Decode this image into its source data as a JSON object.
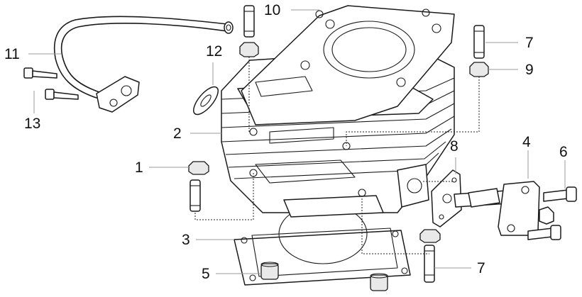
{
  "callouts": [
    {
      "id": "c11",
      "text": "11"
    },
    {
      "id": "c13",
      "text": "13"
    },
    {
      "id": "c10",
      "text": "10"
    },
    {
      "id": "c12",
      "text": "12"
    },
    {
      "id": "c7a",
      "text": "7"
    },
    {
      "id": "c9",
      "text": "9"
    },
    {
      "id": "c2",
      "text": "2"
    },
    {
      "id": "c1",
      "text": "1"
    },
    {
      "id": "c8",
      "text": "8"
    },
    {
      "id": "c4",
      "text": "4"
    },
    {
      "id": "c6",
      "text": "6"
    },
    {
      "id": "c3",
      "text": "3"
    },
    {
      "id": "c5",
      "text": "5"
    },
    {
      "id": "c7b",
      "text": "7"
    }
  ]
}
